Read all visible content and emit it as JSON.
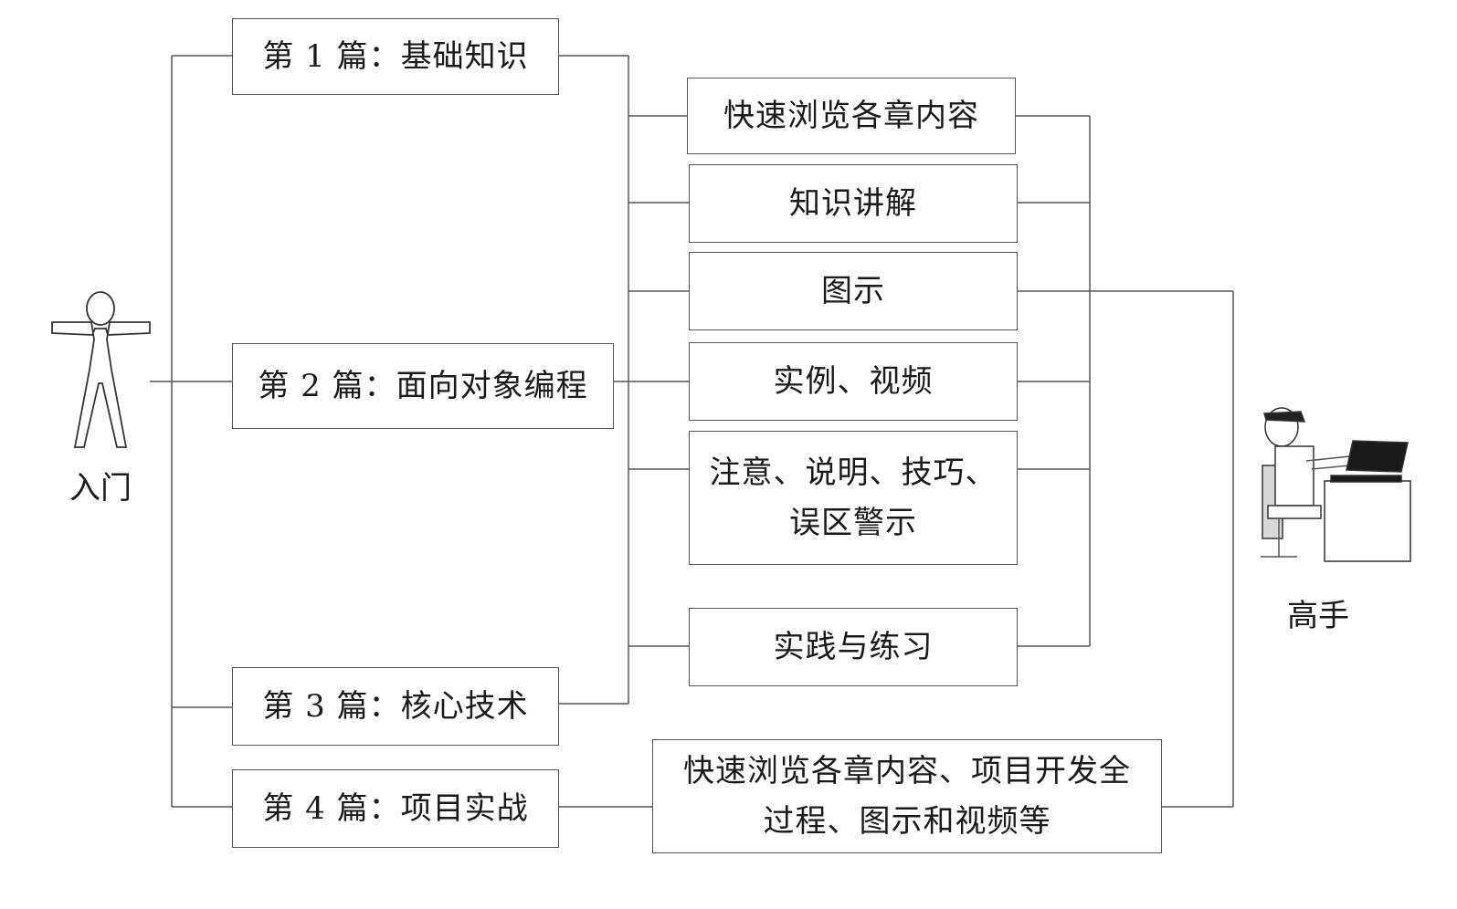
{
  "actors": {
    "beginner_label": "入门",
    "expert_label": "高手"
  },
  "parts": [
    {
      "label": "第 1 篇：基础知识"
    },
    {
      "label": "第 2 篇：面向对象编程"
    },
    {
      "label": "第 3 篇：核心技术"
    },
    {
      "label": "第 4 篇：项目实战"
    }
  ],
  "features": [
    {
      "label": "快速浏览各章内容"
    },
    {
      "label": "知识讲解"
    },
    {
      "label": "图示"
    },
    {
      "label": "实例、视频"
    },
    {
      "label": "注意、说明、技巧、\n误区警示"
    },
    {
      "label": "实践与练习"
    }
  ],
  "project_features": {
    "label": "快速浏览各章内容、项目开发全\n过程、图示和视频等"
  }
}
